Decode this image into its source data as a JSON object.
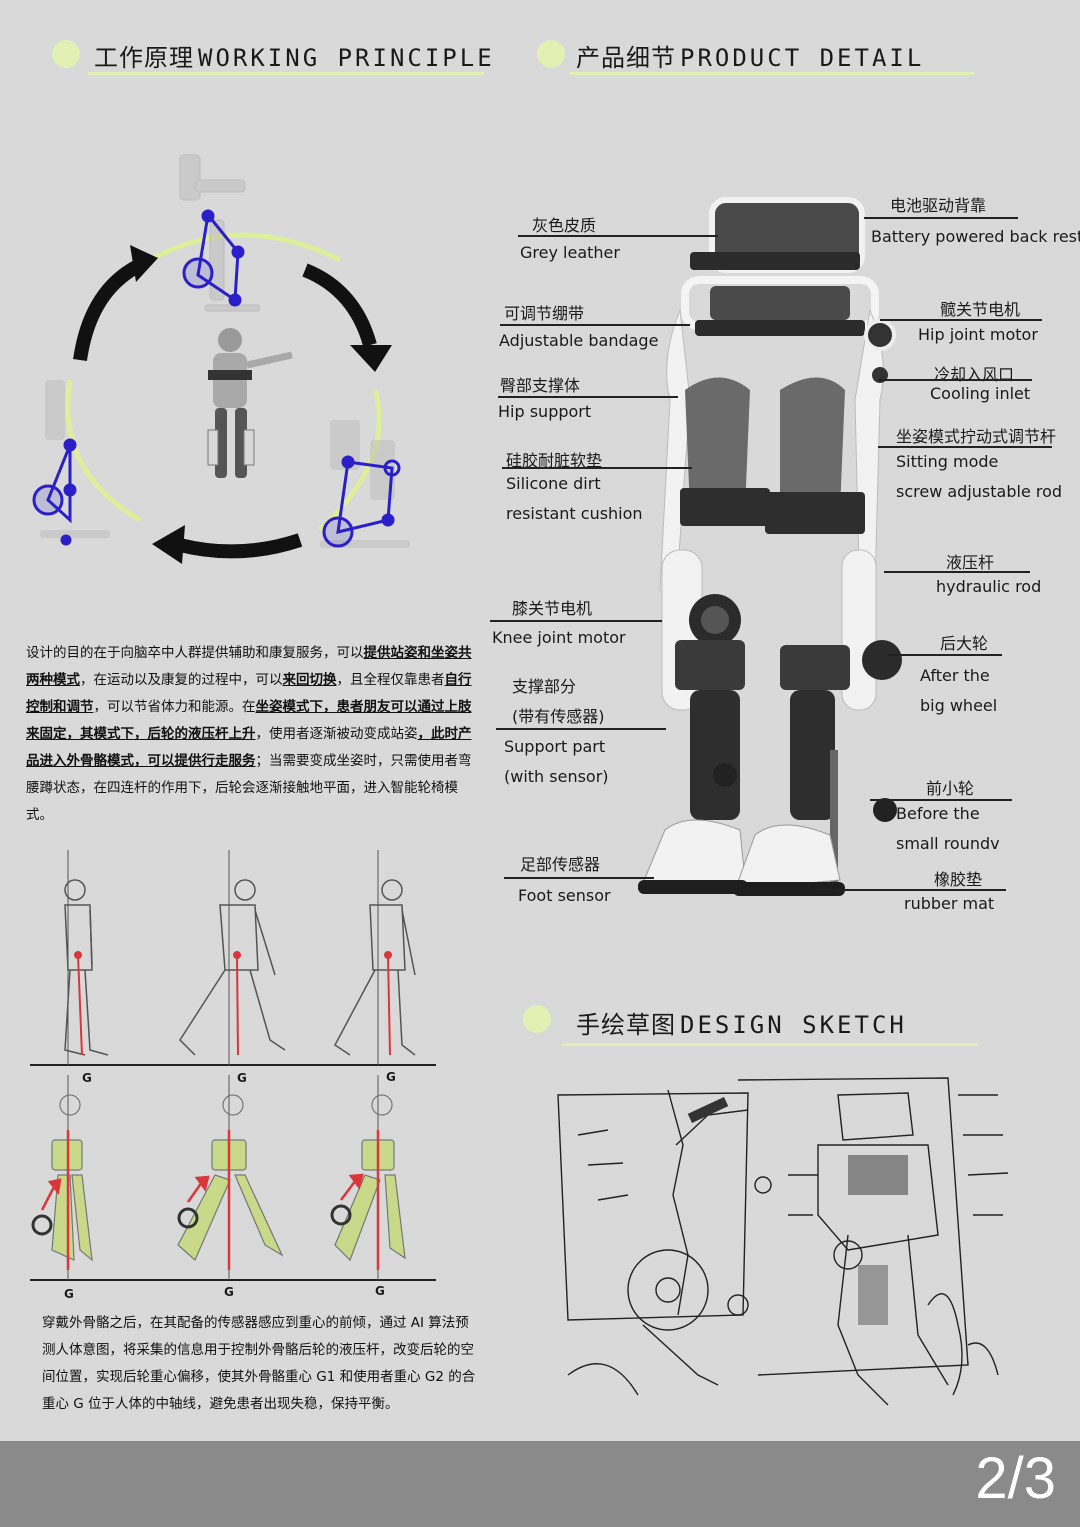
{
  "sections": {
    "working": {
      "zh": "工作原理",
      "en": "WORKING PRINCIPLE"
    },
    "product": {
      "zh": "产品细节",
      "en": "PRODUCT DETAIL"
    },
    "sketch": {
      "zh": "手绘草图",
      "en": "DESIGN SKETCH"
    }
  },
  "labels": {
    "grey_zh": "灰色皮质",
    "grey_en": "Grey leather",
    "band_zh": "可调节绷带",
    "band_en": "Adjustable bandage",
    "hip_zh": "臀部支撑体",
    "hip_en": "Hip support",
    "silicone_zh": "硅胶耐脏软垫",
    "silicone_en1": "Silicone dirt",
    "silicone_en2": "resistant cushion",
    "knee_zh": "膝关节电机",
    "knee_en": "Knee joint motor",
    "support_zh1": "支撑部分",
    "support_zh2": "(带有传感器)",
    "support_en1": "Support part",
    "support_en2": "(with sensor)",
    "foot_zh": "足部传感器",
    "foot_en": "Foot sensor",
    "battery_zh": "电池驱动背靠",
    "battery_en": "Battery powered back rest",
    "hipmotor_zh": "髋关节电机",
    "hipmotor_en": "Hip joint motor",
    "cooling_zh": "冷却入风口",
    "cooling_en": "Cooling inlet",
    "sitting_zh": "坐姿模式拧动式调节杆",
    "sitting_en1": "Sitting mode",
    "sitting_en2": "screw adjustable rod",
    "hydraulic_zh": "液压杆",
    "hydraulic_en": "hydraulic rod",
    "rear_zh": "后大轮",
    "rear_en1": "After the",
    "rear_en2": "big wheel",
    "front_zh": "前小轮",
    "front_en1": "Before the",
    "front_en2": "small roundv",
    "rubber_zh": "橡胶垫",
    "rubber_en": "rubber mat"
  },
  "paragraph1": {
    "t1": "设计的目的在于向脑卒中人群提供辅助和康复服务，可以",
    "u1": "提供站姿和坐姿共两种模式",
    "t2": "，在运动以及康复的过程中，可以",
    "u2": "来回切换",
    "t3": "，且全程仅靠患者",
    "u3": "自行控制和调节",
    "t4": "，可以节省体力和能源。在",
    "u4": "坐姿模式下，患者朋友可以通过上肢来固定，其模式下，后轮的液压杆上升",
    "t5": "，使用者逐渐被动变成站姿",
    "u5": "，此时产品进入外骨骼模式，可以提供行走服务",
    "t6": "；当需要变成坐姿时，只需使用者弯腰蹲状态，在四连杆的作用下，后轮会逐渐接触地平面，进入智能轮椅模式。"
  },
  "paragraph2": "穿戴外骨骼之后，在其配备的传感器感应到重心的前倾，通过 AI 算法预测人体意图，将采集的信息用于控制外骨骼后轮的液压杆，改变后轮的空间位置，实现后轮重心偏移，使其外骨骼重心 G1 和使用者重心 G2 的合重心 G 位于人体的中轴线，避免患者出现失稳，保持平衡。",
  "gravity_label": "G",
  "page_number": "2/3",
  "colors": {
    "accent": "#e3f0b4",
    "background": "#d9d9d9",
    "footer": "#8a8a8a",
    "link_blue": "#2a1fc9",
    "arrow": "#111111",
    "gravity_red": "#d9373a"
  }
}
